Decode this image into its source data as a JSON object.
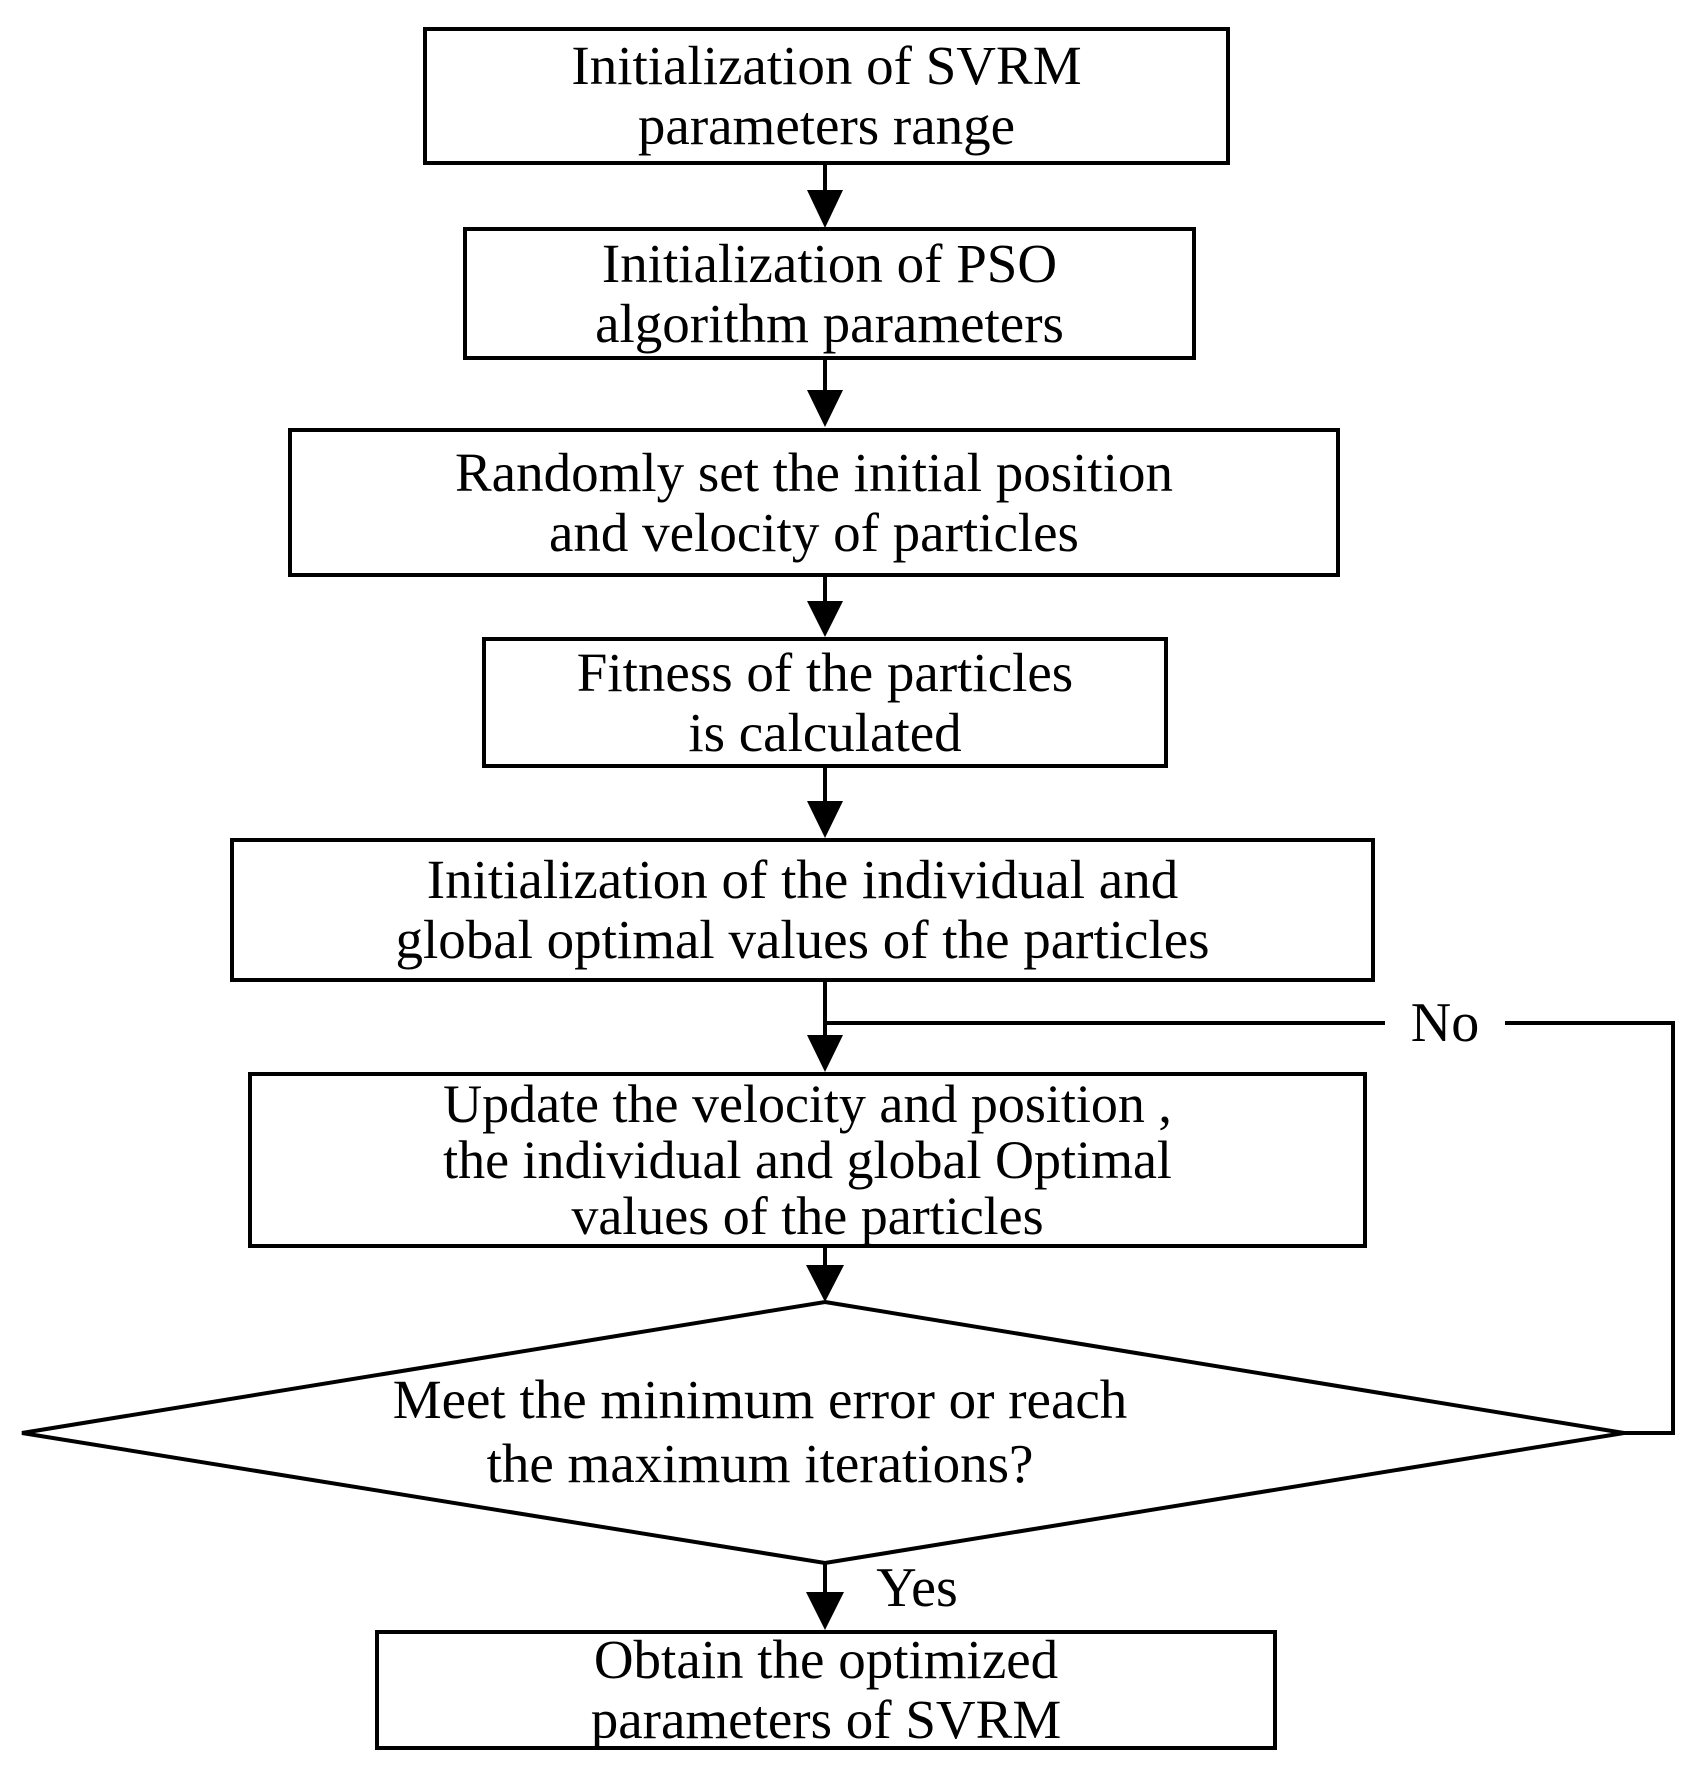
{
  "flowchart": {
    "steps": [
      {
        "id": "init-svrm",
        "lines": [
          "Initialization of SVRM",
          "parameters range"
        ]
      },
      {
        "id": "init-pso",
        "lines": [
          "Initialization of PSO",
          "algorithm parameters"
        ]
      },
      {
        "id": "random-init",
        "lines": [
          "Randomly set the initial position",
          "and velocity of particles"
        ]
      },
      {
        "id": "fitness",
        "lines": [
          "Fitness of the particles",
          "is calculated"
        ]
      },
      {
        "id": "init-optimal",
        "lines": [
          "Initialization of the individual and",
          "global optimal values of the particles"
        ]
      },
      {
        "id": "update",
        "lines": [
          "Update the velocity and position ,",
          "the individual and global Optimal",
          "values of the particles"
        ]
      },
      {
        "id": "result",
        "lines": [
          "Obtain the optimized",
          "parameters of SVRM"
        ]
      }
    ],
    "decision": {
      "lines": [
        "Meet the minimum error or reach",
        "the maximum iterations?"
      ]
    },
    "branch_labels": {
      "no": "No",
      "yes": "Yes"
    }
  }
}
